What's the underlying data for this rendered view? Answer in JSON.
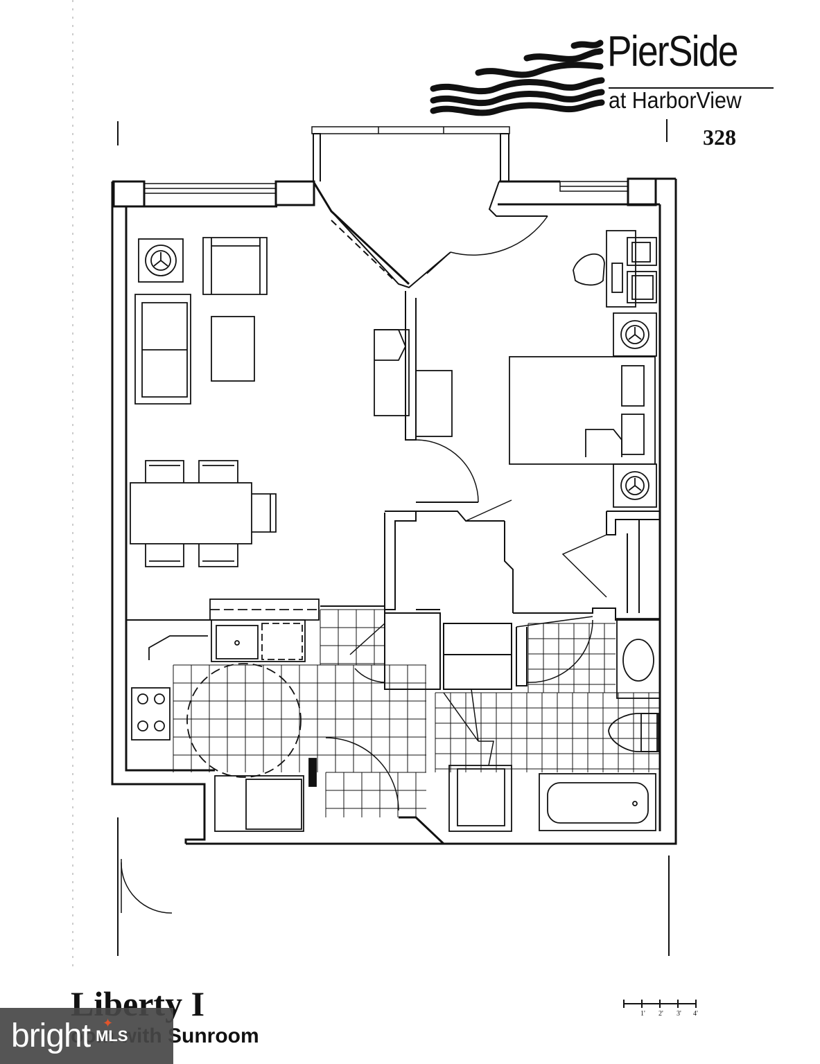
{
  "brand": {
    "name": "PierSide",
    "subtitle": "at HarborView"
  },
  "unit": {
    "number": "328"
  },
  "plan": {
    "name": "Liberty I",
    "description": "oom with Sunroom"
  },
  "scale": {
    "labels": [
      "1'",
      "2'",
      "3'",
      "4'"
    ]
  },
  "watermark": {
    "word": "bright",
    "suffix": "MLS",
    "accent_color": "#e2552b"
  },
  "icons": [
    "wave-logo-icon",
    "stove-burner-icon",
    "sink-icon",
    "toilet-icon",
    "bathtub-icon",
    "lamp-icon"
  ]
}
